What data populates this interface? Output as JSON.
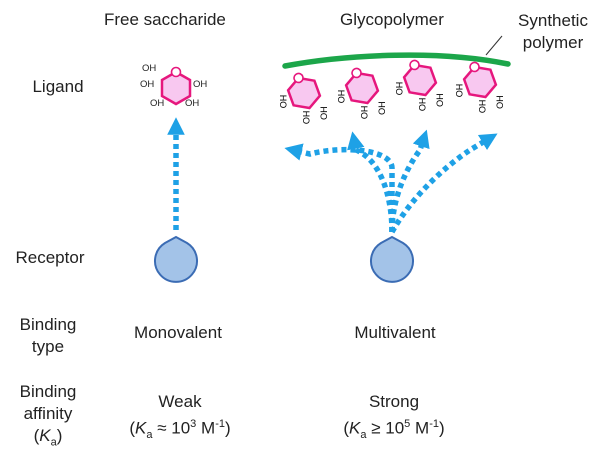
{
  "headers": {
    "free": "Free saccharide",
    "glyco": "Glycopolymer",
    "synthetic_line1": "Synthetic",
    "synthetic_line2": "polymer"
  },
  "rows": {
    "ligand": "Ligand",
    "receptor": "Receptor",
    "binding_type_line1": "Binding",
    "binding_type_line2": "type",
    "affinity_line1": "Binding",
    "affinity_line2": "affinity",
    "affinity_symbol": "K",
    "affinity_symbol_sub": "a"
  },
  "binding_type": {
    "free": "Monovalent",
    "glyco": "Multivalent"
  },
  "affinity": {
    "free_label": "Weak",
    "free_relation": "≈ 10",
    "free_exp": "3",
    "glyco_label": "Strong",
    "glyco_relation": "≥ 10",
    "glyco_exp": "5",
    "unit": "M",
    "unit_exp": "-1"
  },
  "sugar_label": "OH",
  "colors": {
    "sugar_stroke": "#e6177d",
    "sugar_fill": "#f8c8f0",
    "polymer": "#1ca64a",
    "arrow": "#1ea1e6",
    "receptor_fill": "#a3c3e8",
    "receptor_stroke": "#3b6cb4"
  }
}
